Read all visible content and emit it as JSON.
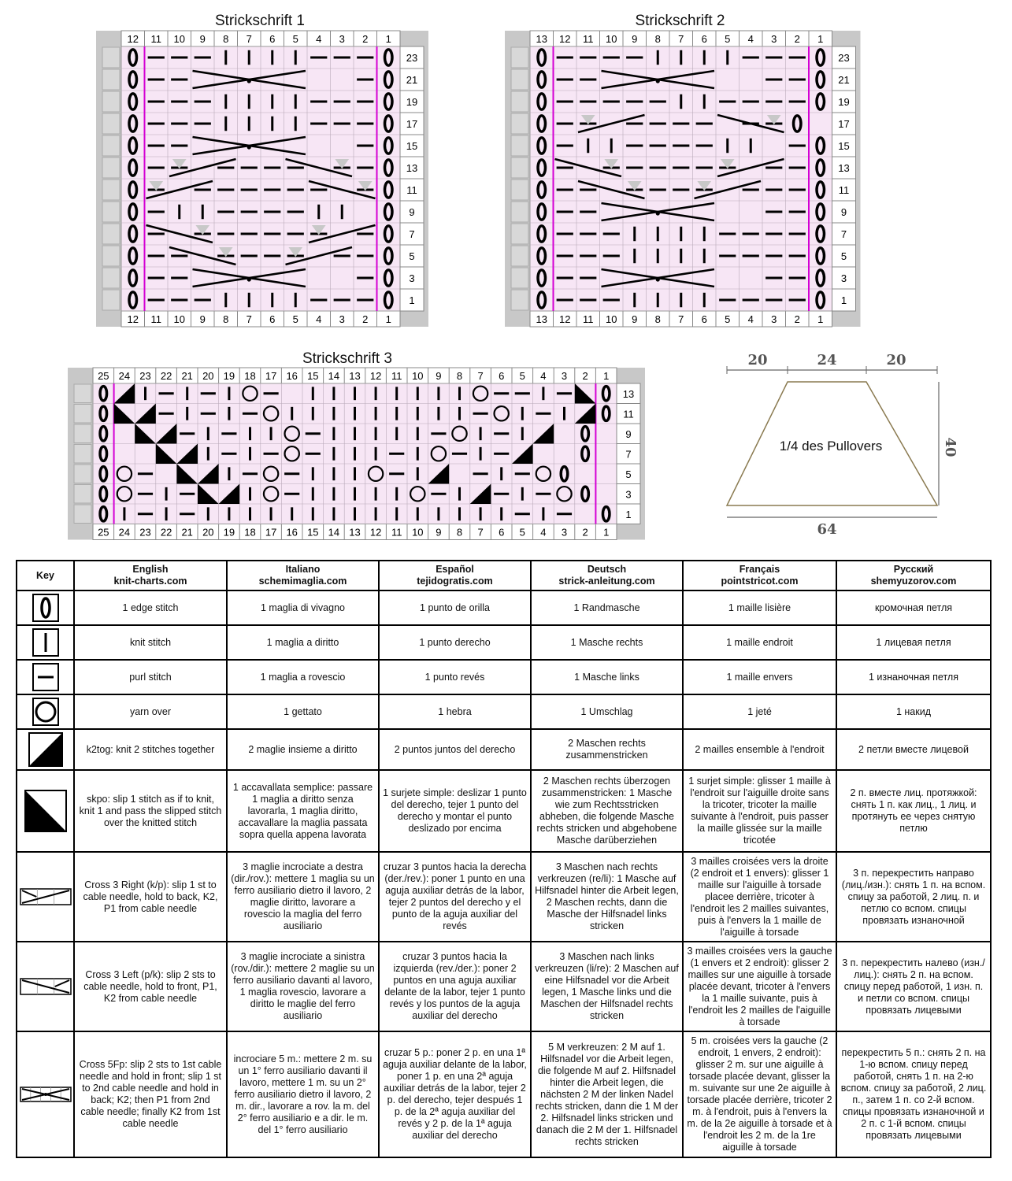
{
  "charts": [
    {
      "title": "Strickschrift 1",
      "columns": [
        "12",
        "11",
        "10",
        "9",
        "8",
        "7",
        "6",
        "5",
        "4",
        "3",
        "2",
        "1"
      ],
      "rows": [
        "23",
        "21",
        "19",
        "17",
        "15",
        "13",
        "11",
        "9",
        "7",
        "5",
        "3",
        "1"
      ]
    },
    {
      "title": "Strickschrift 2",
      "columns": [
        "13",
        "12",
        "11",
        "10",
        "9",
        "8",
        "7",
        "6",
        "5",
        "4",
        "3",
        "2",
        "1"
      ],
      "rows": [
        "23",
        "21",
        "19",
        "17",
        "15",
        "13",
        "11",
        "9",
        "7",
        "5",
        "3",
        "1"
      ]
    },
    {
      "title": "Strickschrift 3",
      "columns": [
        "25",
        "24",
        "23",
        "22",
        "21",
        "20",
        "19",
        "18",
        "17",
        "16",
        "15",
        "14",
        "13",
        "12",
        "11",
        "10",
        "9",
        "8",
        "7",
        "6",
        "5",
        "4",
        "3",
        "2",
        "1"
      ],
      "rows": [
        "13",
        "11",
        "9",
        "7",
        "5",
        "3",
        "1"
      ]
    }
  ],
  "schematic": {
    "label": "1/4 des Pullovers",
    "top_left": "20",
    "top_mid": "24",
    "top_right": "20",
    "height": "40",
    "bottom": "64"
  },
  "legend": {
    "key_header": "Key",
    "languages": [
      {
        "title": "English",
        "site": "knit-charts.com"
      },
      {
        "title": "Italiano",
        "site": "schemimaglia.com"
      },
      {
        "title": "Español",
        "site": "tejidogratis.com"
      },
      {
        "title": "Deutsch",
        "site": "strick-anleitung.com"
      },
      {
        "title": "Français",
        "site": "pointstricot.com"
      },
      {
        "title": "Русский",
        "site": "shemyuzorov.com"
      }
    ],
    "rows": [
      {
        "symbol": "edge-stitch",
        "texts": [
          "1 edge stitch",
          "1 maglia di vivagno",
          "1 punto de orilla",
          "1 Randmasche",
          "1 maille lisière",
          "кромочная петля"
        ]
      },
      {
        "symbol": "knit-stitch",
        "texts": [
          "knit stitch",
          "1 maglia a diritto",
          "1 punto derecho",
          "1 Masche rechts",
          "1 maille endroit",
          "1 лицевая петля"
        ]
      },
      {
        "symbol": "purl-stitch",
        "texts": [
          "purl stitch",
          "1 maglia a rovescio",
          "1 punto revés",
          "1 Masche links",
          "1 maille envers",
          "1 изнаночная петля"
        ]
      },
      {
        "symbol": "yarn-over",
        "texts": [
          "yarn over",
          "1 gettato",
          "1 hebra",
          "1 Umschlag",
          "1 jeté",
          "1 накид"
        ]
      },
      {
        "symbol": "k2tog",
        "texts": [
          "k2tog: knit 2 stitches together",
          "2 maglie insieme a diritto",
          "2 puntos juntos del derecho",
          "2 Maschen rechts zusammenstricken",
          "2 mailles ensemble à l'endroit",
          "2 петли вместе лицевой"
        ]
      },
      {
        "symbol": "skpo",
        "texts": [
          "skpo: slip 1 stitch as if to knit, knit 1 and pass the slipped stitch over the knitted stitch",
          "1 accavallata semplice: passare 1 maglia a diritto senza lavorarla, 1 maglia diritto, accavallare la maglia passata sopra quella appena lavorata",
          "1 surjete simple: deslizar 1 punto del derecho, tejer 1 punto del derecho y montar el punto deslizado por encima",
          "2 Maschen rechts überzogen zusammenstricken: 1 Masche wie zum Rechtsstricken abheben, die folgende Masche rechts stricken und abgehobene Masche darüberziehen",
          "1 surjet simple: glisser 1 maille à l'endroit sur l'aiguille droite sans la tricoter, tricoter la maille suivante à l'endroit, puis passer la maille glissée sur la maille tricotée",
          "2 п. вместе лиц. протяжкой: снять 1 п. как лиц., 1 лиц. и протянуть ее через снятую петлю"
        ]
      },
      {
        "symbol": "cross-3-right",
        "texts": [
          "Cross 3 Right (k/p): slip 1 st to cable needle, hold to back, K2, P1 from cable needle",
          "3 maglie incrociate a destra (dir./rov.): mettere 1 maglia su un ferro ausiliario dietro il lavoro, 2 maglie diritto, lavorare a rovescio la maglia del ferro ausiliario",
          "cruzar 3 puntos hacia la derecha (der./rev.): poner 1 punto en una aguja auxiliar detrás de la labor, tejer 2 puntos del derecho y el punto de la aguja auxiliar del revés",
          "3 Maschen nach rechts verkreuzen (re/li): 1 Masche auf Hilfsnadel hinter die Arbeit legen, 2 Maschen rechts, dann die Masche der Hilfsnadel links stricken",
          "3 mailles croisées vers la droite (2 endroit et 1 envers): glisser 1 maille sur l'aiguille à torsade placee derrière, tricoter à l'endroit les 2 mailles suivantes, puis à l'envers la 1 maille de l'aiguille à torsade",
          "3 п. перекрестить направо (лиц./изн.): снять 1 п. на вспом. спицу за работой, 2 лиц. п. и петлю со вспом. спицы провязать изнаночной"
        ]
      },
      {
        "symbol": "cross-3-left",
        "texts": [
          "Cross 3 Left (p/k): slip 2 sts to cable needle, hold to front, P1, K2 from cable needle",
          "3 maglie incrociate a sinistra (rov./dir.): mettere 2 maglie su un ferro ausiliario davanti al lavoro, 1 maglia rovescio, lavorare a diritto le maglie del ferro ausiliario",
          "cruzar 3 puntos hacia la izquierda (rev./der.): poner 2 puntos en una aguja auxiliar delante de la labor, tejer 1 punto revés y los puntos de la aguja auxiliar del derecho",
          "3 Maschen nach links verkreuzen (li/re): 2 Maschen auf eine Hilfsnadel vor die Arbeit legen, 1 Masche links und die Maschen der Hilfsnadel rechts stricken",
          "3 mailles croisées vers la gauche (1 envers et 2 endroit): glisser 2 mailles sur une aiguille à torsade placée devant, tricoter à l'envers la 1 maille suivante, puis à l'endroit les 2 mailles de l'aiguille à torsade",
          "3 п. перекрестить налево (изн./лиц.): снять 2 п. на вспом. спицу перед работой, 1 изн. п. и петли со вспом. спицы провязать лицевыми"
        ]
      },
      {
        "symbol": "cross-5fp",
        "texts": [
          "Cross 5Fp: slip 2 sts to 1st cable needle and hold in front; slip 1 st to 2nd cable needle and hold in back; K2; then P1 from 2nd cable needle; finally K2 from 1st cable needle",
          "incrociare 5 m.: mettere 2 m. su un 1° ferro ausiliario davanti il lavoro, mettere 1 m. su un 2° ferro ausiliario dietro il lavoro, 2 m. dir., lavorare a rov. la m. del 2° ferro ausiliario e a dir. le m. del 1° ferro ausiliario",
          "cruzar 5 p.: poner 2 p. en una 1ª aguja auxiliar delante de la labor, poner 1 p. en una 2ª aguja auxiliar detrás de la labor, tejer 2 p. del derecho, tejer después 1 p. de la 2ª aguja auxiliar del revés y 2 p. de la 1ª aguja auxiliar del derecho",
          "5 M verkreuzen: 2 M auf 1. Hilfsnadel vor die Arbeit legen, die folgende M auf 2. Hilfsnadel hinter die Arbeit legen, die nächsten 2 M der linken Nadel rechts stricken, dann die 1 M der 2. Hilfsnadel links stricken und danach die 2 M der 1. Hilfsnadel rechts stricken",
          "5 m. croisées vers la gauche (2 endroit, 1 envers, 2 endroit): glisser 2 m. sur une aiguille à torsade placée devant, glisser la m. suivante sur une 2e aiguille à torsade placée derrière, tricoter 2 m. à l'endroit, puis à l'envers la m. de la 2e aiguille à torsade et à l'endroit les 2 m. de la 1re aiguille à torsade",
          "перекрестить 5 п.: снять 2 п. на 1-ю вспом. спицу перед работой, снять 1 п. на 2-ю вспом. спицу за работой, 2 лиц. п., затем 1 п. со 2-й вспом. спицы провязать изнаночной и 2 п. с 1-й вспом. спицы провязать лицевыми"
        ]
      }
    ]
  },
  "colors": {
    "grid_bg": "#f7e6f5",
    "frame": "#c8c8c8",
    "edge_line": "#d400d4",
    "ink": "#000000"
  }
}
